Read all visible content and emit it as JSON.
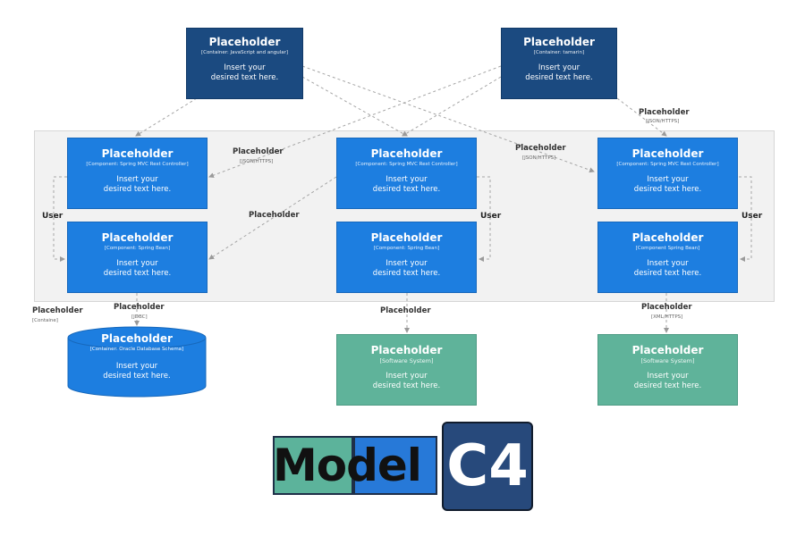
{
  "top_containers": [
    {
      "title": "Placeholder",
      "subtitle": "[Container: JavaScript and angular]",
      "desc1": "Insert your",
      "desc2": "desired text here."
    },
    {
      "title": "Placeholder",
      "subtitle": "[Container: tamarin]",
      "desc1": "Insert your",
      "desc2": "desired text here."
    }
  ],
  "components": [
    {
      "title": "Placeholder",
      "subtitle": "[Component: Spring MVC Rest Controller]",
      "desc1": "Insert your",
      "desc2": "desired text here."
    },
    {
      "title": "Placeholder",
      "subtitle": "[Component: Spring Bean]",
      "desc1": "Insert your",
      "desc2": "desired text here."
    },
    {
      "title": "Placeholder",
      "subtitle": "[Component: Spring MVC Rest Controller]",
      "desc1": "Insert your",
      "desc2": "desired text here."
    },
    {
      "title": "Placeholder",
      "subtitle": "[Component: Spring Bean]",
      "desc1": "Insert your",
      "desc2": "desired text here."
    },
    {
      "title": "Placeholder",
      "subtitle": "[Component: Spring MVC Rest Controller]",
      "desc1": "Insert your",
      "desc2": "desired text here."
    },
    {
      "title": "Placeholder",
      "subtitle": "[Component Spring Bean]",
      "desc1": "Insert your",
      "desc2": "desired text here."
    }
  ],
  "database": {
    "title": "Placeholder",
    "subtitle": "[Container: Oracle Database Schema]",
    "desc1": "Insert your",
    "desc2": "desired text here."
  },
  "systems": [
    {
      "title": "Placeholder",
      "subtitle": "[Software System]",
      "desc1": "Insert your",
      "desc2": "desired text here."
    },
    {
      "title": "Placeholder",
      "subtitle": "[Software System]",
      "desc1": "Insert your",
      "desc2": "desired text here."
    }
  ],
  "boundary": {
    "label": "Placeholder",
    "sublabel": "[Containe]"
  },
  "edge_labels": {
    "left_json": "Placeholder",
    "left_json_sub": "[JSON/HTTPS]",
    "mid_json": "Placeholder",
    "mid_json_sub": "[JSON/HTTPS]",
    "right_json": "Placeholder",
    "right_json_sub": "[JSON/HTTPS]",
    "left_diag": "Placeholder",
    "db_link": "Placeholder",
    "db_link_sub": "[JDBC]",
    "mid_sys": "Placeholder",
    "right_sys": "Placeholder",
    "right_sys_sub": "[XML/HTTPS]",
    "user_left": "User",
    "user_mid": "User",
    "user_right": "User"
  },
  "logo": {
    "part1": "Mo",
    "part2": "del",
    "part3": "C4"
  },
  "colors": {
    "container": "#1b4a80",
    "component": "#1d7ee0",
    "external": "#5fb39a",
    "logo_green": "#5cb39b",
    "logo_blue": "#2779d8",
    "logo_navy": "#27497b"
  }
}
